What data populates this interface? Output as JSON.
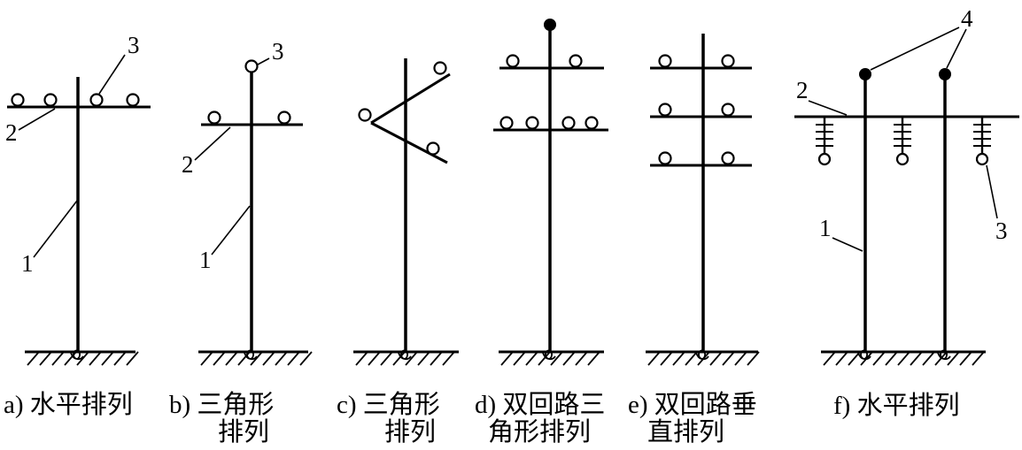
{
  "colors": {
    "ink": "#000000",
    "background": "#ffffff"
  },
  "panels": {
    "a": {
      "caption_line1": "a) 水平排列",
      "labels": {
        "pole": "1",
        "crossarm": "2",
        "insulator": "3"
      }
    },
    "b": {
      "caption_line1": "b) 三角形",
      "caption_line2": "排列",
      "labels": {
        "pole": "1",
        "crossarm": "2",
        "insulator": "3"
      }
    },
    "c": {
      "caption_line1": "c) 三角形",
      "caption_line2": "排列"
    },
    "d": {
      "caption_line1": "d) 双回路三",
      "caption_line2": "角形排列"
    },
    "e": {
      "caption_line1": "e) 双回路垂",
      "caption_line2": "直排列"
    },
    "f": {
      "caption_line1": "f) 水平排列",
      "labels": {
        "pole": "1",
        "crossarm": "2",
        "insulator": "3",
        "overhead": "4"
      }
    }
  }
}
